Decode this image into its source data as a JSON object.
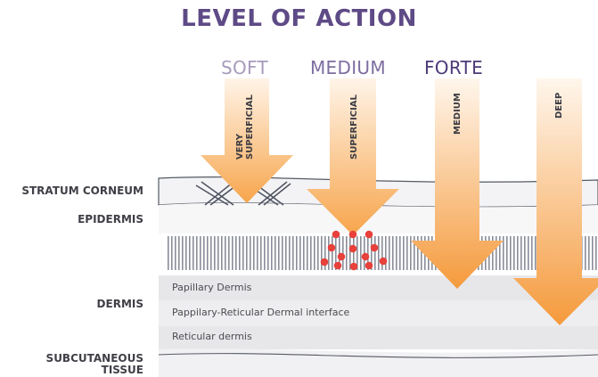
{
  "title": "LEVEL OF ACTION",
  "levels": [
    {
      "label": "SOFT",
      "color": "#a79bbb"
    },
    {
      "label": "MEDIUM",
      "color": "#7d6ea0"
    },
    {
      "label": "FORTE",
      "color": "#4d3a78"
    }
  ],
  "side_labels": {
    "stratum_corneum": "STRATUM CORNEUM",
    "epidermis": "EPIDERMIS",
    "dermis": "DERMIS",
    "subcutaneous_1": "SUBCUTANEOUS",
    "subcutaneous_2": "TISSUE"
  },
  "layer_labels": {
    "papillary": "Papillary Dermis",
    "interface": "Pappilary-Reticular Dermal interface",
    "reticular": "Reticular dermis"
  },
  "arrows": [
    {
      "label_line1": "VERY",
      "label_line2": "SUPERFICIAL"
    },
    {
      "label_line1": "SUPERFICIAL"
    },
    {
      "label_line1": "MEDIUM"
    },
    {
      "label_line1": "DEEP"
    }
  ],
  "colors": {
    "title": "#5e4a86",
    "arrow_top": "#fde5c8",
    "arrow_bottom": "#f6a44a",
    "dots": "#e8403a"
  }
}
